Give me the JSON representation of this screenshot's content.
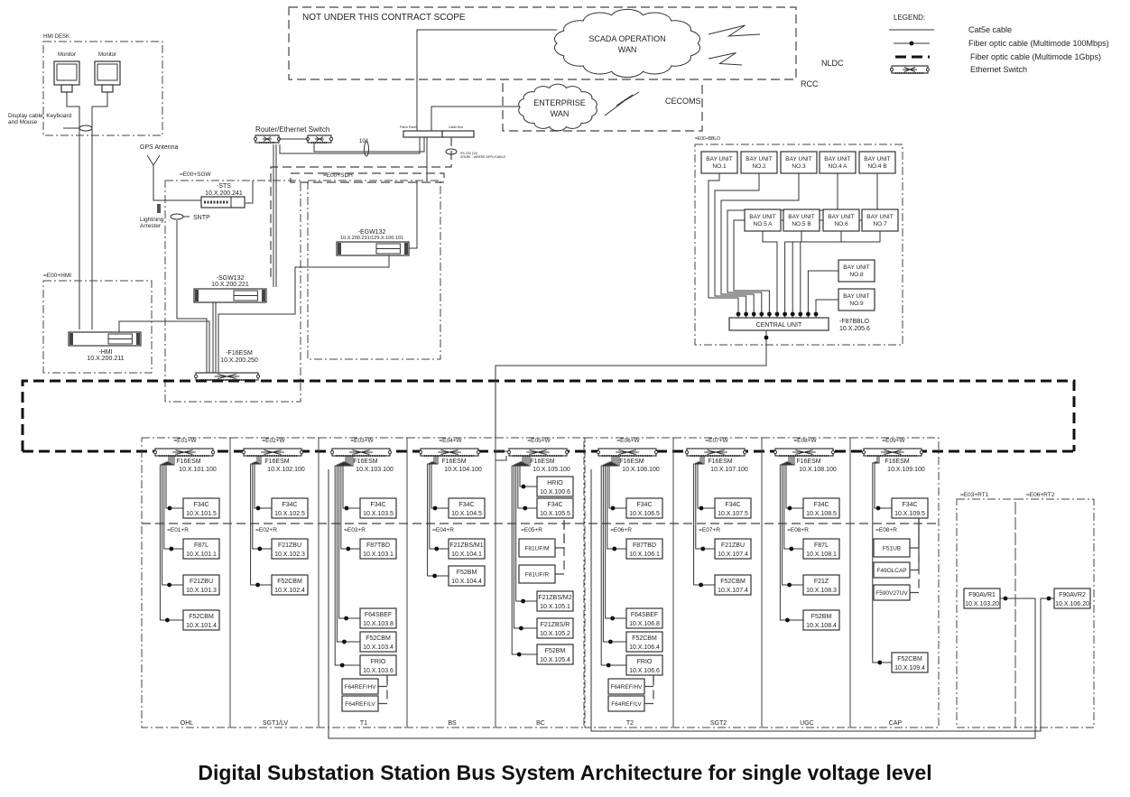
{
  "title": "Digital Substation Station Bus System Architecture for single voltage level",
  "scope": {
    "label": "NOT UNDER THIS CONTRACT SCOPE",
    "scada_wan": [
      "SCADA OPERATION",
      "WAN"
    ],
    "nldc": "NLDC",
    "rcc": "RCC",
    "enterprise_wan": [
      "ENTERPRISE",
      "WAN"
    ],
    "cecoms": "CECOMS"
  },
  "legend": {
    "title": "LEGEND:",
    "items": [
      "Cat5e cable",
      "Fiber optic cable (Multimode 100Mbps)",
      "Fiber optic cable (Multimode 1Gbps)",
      "Ethernet Switch"
    ]
  },
  "hmi_desk": {
    "label": "HMI DESK",
    "monitors": [
      "Monitor",
      "Monitor"
    ],
    "cable_note": [
      "Display cable, Keyboard",
      "and Mouse"
    ]
  },
  "network": {
    "router_label": "Router/Ethernet Switch",
    "count_104": "104",
    "patch_panel": "Patch Panel",
    "cable_box": "Cable Box",
    "rs232_note": [
      "RS-232 (10)",
      "SPARE - WHERE APPLICABLE"
    ],
    "gps": "GPS Antenna",
    "lightning": [
      "Lightning",
      "Arrester"
    ],
    "sntp": "SNTP"
  },
  "station": {
    "sgw_area": "=E00+SGW",
    "sdh_area": "=E00+SDH",
    "hmi_area": "=E00+HMI",
    "sts": {
      "name": "-STS",
      "ip": "10.X.200.241"
    },
    "egw": {
      "name": "-EGW132",
      "ip": "10.X.200.231/129.X.100.101"
    },
    "sgw": {
      "name": "-SGW132",
      "ip": "10.X.200.221"
    },
    "hmi": {
      "name": "-HMI",
      "ip": "10.X.200.211"
    },
    "esm": {
      "name": "-F16ESM",
      "ip": "10.X.200.250"
    }
  },
  "busbar": {
    "area": "=E00+BBLO",
    "units": [
      [
        "BAY UNIT",
        "NO.1"
      ],
      [
        "BAY UNIT",
        "NO.2"
      ],
      [
        "BAY UNIT",
        "NO.3"
      ],
      [
        "BAY UNIT",
        "NO.4 A"
      ],
      [
        "BAY UNIT",
        "NO.4 B"
      ],
      [
        "BAY UNIT",
        "NO.5 A"
      ],
      [
        "BAY UNIT",
        "NO.5 B"
      ],
      [
        "BAY UNIT",
        "NO.6"
      ],
      [
        "BAY UNIT",
        "NO.7"
      ],
      [
        "BAY UNIT",
        "NO.8"
      ],
      [
        "BAY UNIT",
        "NO.9"
      ]
    ],
    "central": "CENTRAL UNIT",
    "name": "-F87BBLO",
    "ip": "10.X.205.6"
  },
  "bays": [
    {
      "name": "OHL",
      "w": "=E01+W",
      "r": "=E01+R",
      "switch": "F16ESM",
      "switch_ip": "10.X.101.100",
      "ieds": [
        {
          "name": "F34C",
          "ip": "10.X.101.5"
        },
        {
          "name": "F87L",
          "ip": "10.X.101.1"
        },
        {
          "name": "F21ZBU",
          "ip": "10.X.101.3"
        },
        {
          "name": "F52CBM",
          "ip": "10.X.101.4"
        }
      ]
    },
    {
      "name": "SGT1/LV",
      "w": "=E02+W",
      "r": "=E02+R",
      "switch": "F16ESM",
      "switch_ip": "10.X.102.100",
      "ieds": [
        {
          "name": "F34C",
          "ip": "10.X.102.5"
        },
        {
          "name": "F21ZBU",
          "ip": "10.X.102.3"
        },
        {
          "name": "F52CBM",
          "ip": "10.X.102.4"
        }
      ]
    },
    {
      "name": "T1",
      "w": "=E03+W",
      "r": "=E03+R",
      "switch": "F16ESM",
      "switch_ip": "10.X.103.100",
      "ieds": [
        {
          "name": "F34C",
          "ip": "10.X.103.5"
        },
        {
          "name": "F87TBD",
          "ip": "10.X.103.1"
        },
        {
          "name": "F64SBEF",
          "ip": "10.X.103.8"
        },
        {
          "name": "F52CBM",
          "ip": "10.X.103.4"
        },
        {
          "name": "FRIO",
          "ip": "10.X.103.6"
        },
        {
          "name": "F64REF/HV"
        },
        {
          "name": "F64REF/LV"
        }
      ]
    },
    {
      "name": "BS",
      "w": "=E04+W",
      "r": "=E04+R",
      "switch": "F16ESM",
      "switch_ip": "10.X.104.100",
      "ieds": [
        {
          "name": "F34C",
          "ip": "10.X.104.5"
        },
        {
          "name": "F21ZBS/M1",
          "ip": "10.X.104.1"
        },
        {
          "name": "F52BM",
          "ip": "10.X.104.4"
        }
      ]
    },
    {
      "name": "BC",
      "w": "=E05+W",
      "r": "=E05+R",
      "switch": "F16ESM",
      "switch_ip": "10.X.105.100",
      "ieds": [
        {
          "name": "HRIO",
          "ip": "10.X.100.6"
        },
        {
          "name": "F34C",
          "ip": "10.X.105.5"
        },
        {
          "name": "F81UF/M"
        },
        {
          "name": "F81UF/R"
        },
        {
          "name": "F21ZBS/M2",
          "ip": "10.X.105.1"
        },
        {
          "name": "F21ZBS/R",
          "ip": "10.X.105.2"
        },
        {
          "name": "F52BM",
          "ip": "10.X.105.4"
        }
      ]
    },
    {
      "name": "T2",
      "w": "=E06+W",
      "r": "=E06+R",
      "switch": "F16ESM",
      "switch_ip": "10.X.106.100",
      "ieds": [
        {
          "name": "F34C",
          "ip": "10.X.106.5"
        },
        {
          "name": "F87TBD",
          "ip": "10.X.106.1"
        },
        {
          "name": "F64SBEF",
          "ip": "10.X.106.8"
        },
        {
          "name": "F52CBM",
          "ip": "10.X.106.4"
        },
        {
          "name": "FRIO",
          "ip": "10.X.106.6"
        },
        {
          "name": "F64REF/HV"
        },
        {
          "name": "F64REF/LV"
        }
      ]
    },
    {
      "name": "SGT2",
      "w": "=E07+W",
      "r": "=E07+R",
      "switch": "F16ESM",
      "switch_ip": "10.X.107.100",
      "ieds": [
        {
          "name": "F34C",
          "ip": "10.X.107.5"
        },
        {
          "name": "F21ZBU",
          "ip": "10.X.107.4"
        },
        {
          "name": "F52CBM",
          "ip": "10.X.107.4"
        }
      ]
    },
    {
      "name": "UGC",
      "w": "=E08+W",
      "r": "=E08+R",
      "switch": "F16ESM",
      "switch_ip": "10.X.108.100",
      "ieds": [
        {
          "name": "F34C",
          "ip": "10.X.108.5"
        },
        {
          "name": "F87L",
          "ip": "10.X.108.1"
        },
        {
          "name": "F21Z",
          "ip": "10.X.108.3"
        },
        {
          "name": "F52BM",
          "ip": "10.X.108.4"
        }
      ]
    },
    {
      "name": "CAP",
      "w": "=E09+W",
      "r": "=E08+R",
      "switch": "F16ESM",
      "switch_ip": "10.X.109.100",
      "ieds": [
        {
          "name": "F34C",
          "ip": "10.X.109.5"
        },
        {
          "name": "F51UB"
        },
        {
          "name": "F49OLCAP"
        },
        {
          "name": "F590V27UV"
        },
        {
          "name": "F52CBM",
          "ip": "10.X.109.4"
        }
      ]
    }
  ],
  "rt": [
    {
      "area": "=E03+RT1",
      "name": "F90AVR1",
      "ip": "10.X.103.20"
    },
    {
      "area": "=E06+RT2",
      "name": "F90AVR2",
      "ip": "10.X.106.20"
    }
  ]
}
